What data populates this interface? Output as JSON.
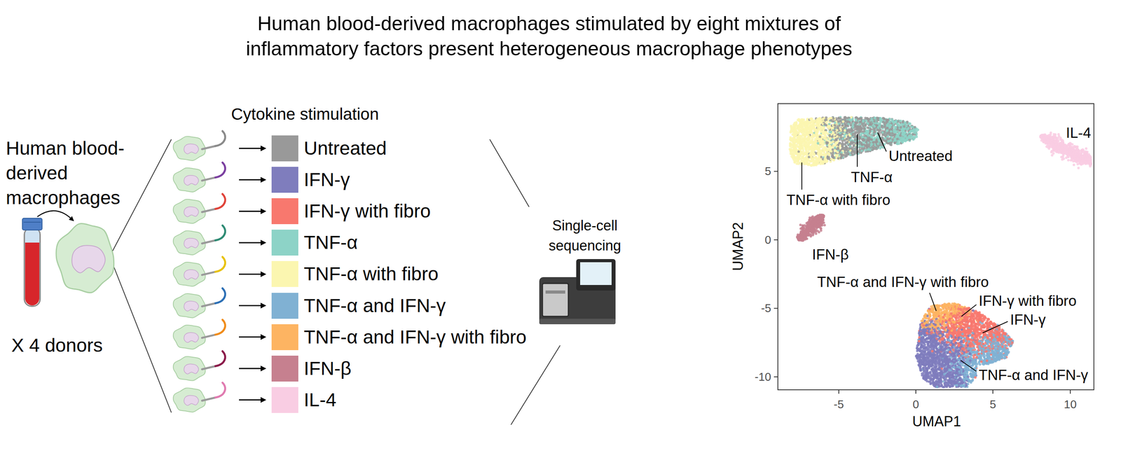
{
  "diagram": {
    "title": "Human blood-derived macrophages stimulated by eight mixtures of inflammatory factors present heterogeneous macrophage phenotypes",
    "labels": [
      "Human blood-derived macrophages",
      "X 4 donors",
      "Cytokine stimulation",
      "Single-cell sequencing",
      "IL-4",
      "Untreated",
      "TNF-α",
      "TNF-α with fibro",
      "IFN-β",
      "TNF-α and IFN-γ with fibro",
      "IFN-γ with fibro",
      "IFN-γ",
      "TNF-α and IFN-γ",
      "UMAP2",
      "UMAP1",
      "5",
      "0",
      "-5",
      "-10",
      "-5",
      "0",
      "5",
      "10"
    ],
    "legend": [
      {
        "text": "Untreated",
        "color": "#999999"
      },
      {
        "text": "IFN-γ",
        "color": "#7f7dbd"
      },
      {
        "text": "IFN-γ with fibro",
        "color": "#f8786e"
      },
      {
        "text": "TNF-α",
        "color": "#8dd3c7"
      },
      {
        "text": "TNF-α with fibro",
        "color": "#fbf6b0"
      },
      {
        "text": "TNF-α and IFN-γ",
        "color": "#80b1d3"
      },
      {
        "text": "TNF-α and IFN-γ with fibro",
        "color": "#fdb462"
      },
      {
        "text": "IFN-β",
        "color": "#c6808f"
      },
      {
        "text": "IL-4",
        "color": "#f9cde3"
      }
    ]
  }
}
